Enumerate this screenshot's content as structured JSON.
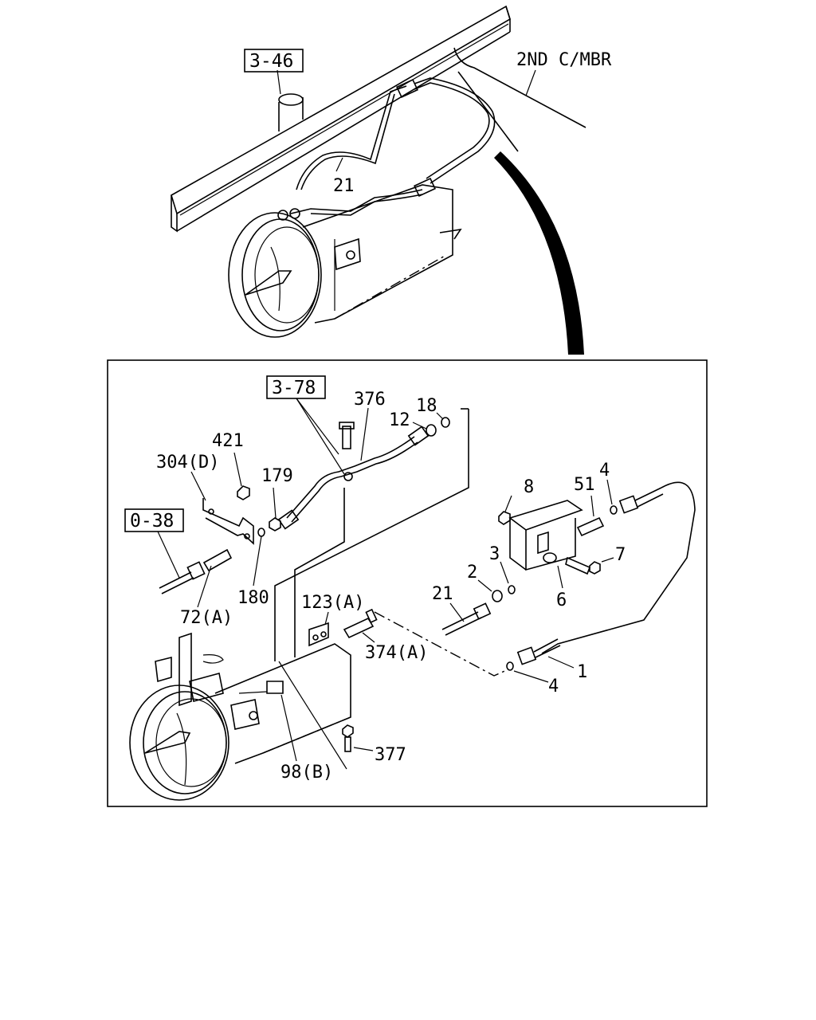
{
  "diagram": {
    "top_view": {
      "ref_box": "3-46",
      "member_label": "2ND C/MBR",
      "part_label": "21"
    },
    "detail_view": {
      "ref_boxes": [
        "3-78",
        "0-38"
      ],
      "parts": {
        "p376": "376",
        "p18": "18",
        "p12": "12",
        "p421": "421",
        "p304": "304(D)",
        "p179": "179",
        "p72": "72(A)",
        "p180": "180",
        "p123": "123(A)",
        "p374": "374(A)",
        "p98": "98(B)",
        "p377": "377",
        "p8": "8",
        "p51": "51",
        "p4a": "4",
        "p7": "7",
        "p3": "3",
        "p2": "2",
        "p6": "6",
        "p21": "21",
        "p1": "1",
        "p4b": "4"
      }
    }
  }
}
